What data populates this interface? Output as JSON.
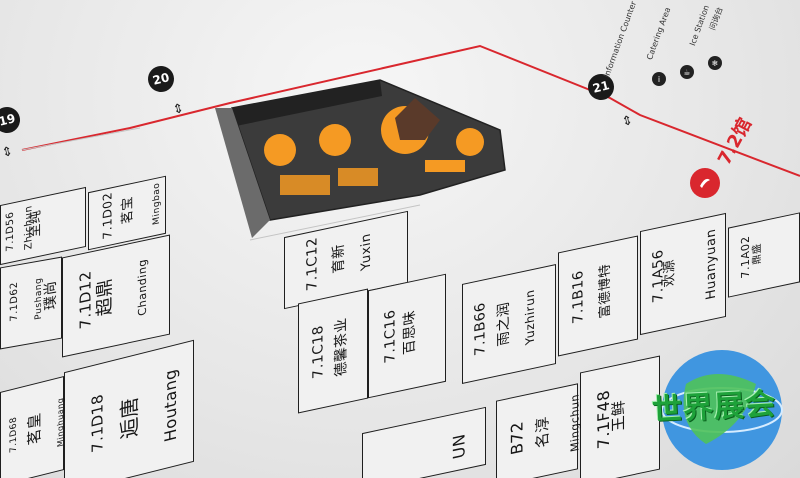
{
  "colors": {
    "hall_accent": "#d9272e",
    "booth_orange": "#f59a23",
    "floor_dark": "#3b3b3b",
    "logo_green": "#1ea23a"
  },
  "markers": {
    "m19": "19",
    "m20": "20",
    "m21": "21"
  },
  "hall": {
    "label": "7.2馆"
  },
  "facilities": {
    "f1": "Information Counter",
    "f2": "Catering Area",
    "f3": "Ice Station",
    "f4": "问询台"
  },
  "booths": {
    "b1": {
      "line1": "7.1D62",
      "line2": "Pushang",
      "line3": "璞尚"
    },
    "b2": {
      "line1": "7.1D12",
      "line2": "Chanding",
      "line3": "超鼎"
    },
    "b3": {
      "line1": "7.1D18",
      "line2": "逅唐",
      "line3": "Houtang"
    },
    "b4": {
      "line1": "7.1D68",
      "line2": "Minghuang",
      "line3": "茗皇"
    },
    "b5": {
      "line1": "7.1D02",
      "line2": "茗宝",
      "line3": "Mingbao"
    },
    "b6": {
      "line1": "7.1D56",
      "line2": "Zhichun",
      "line3": "至纯"
    },
    "b7": {
      "line1": "7.1C12",
      "line2": "育新",
      "line3": "Yuxin"
    },
    "b8": {
      "line1": "7.1C18",
      "line2": "德馨茶业"
    },
    "b9": {
      "line1": "7.1C16",
      "line2": "百思味"
    },
    "b10": {
      "line1": "7.1B66",
      "line2": "雨之润",
      "line3": "Yuzhirun"
    },
    "b11": {
      "line1": "7.1B16",
      "line2": "富德博特"
    },
    "b12": {
      "line1": "7.1A56",
      "line2": "欢源",
      "line3": "Huanyuan"
    },
    "b13": {
      "line1": "7.1A02",
      "line2": "鼎盛"
    },
    "b14": {
      "line1": "7.1F48",
      "line2": "王鲜"
    },
    "b15": {
      "line1": "B72",
      "line2": "名淳",
      "line3": "Mingchun"
    },
    "b16": {
      "line1": "UN"
    }
  },
  "logo": {
    "text": "世界展会"
  }
}
